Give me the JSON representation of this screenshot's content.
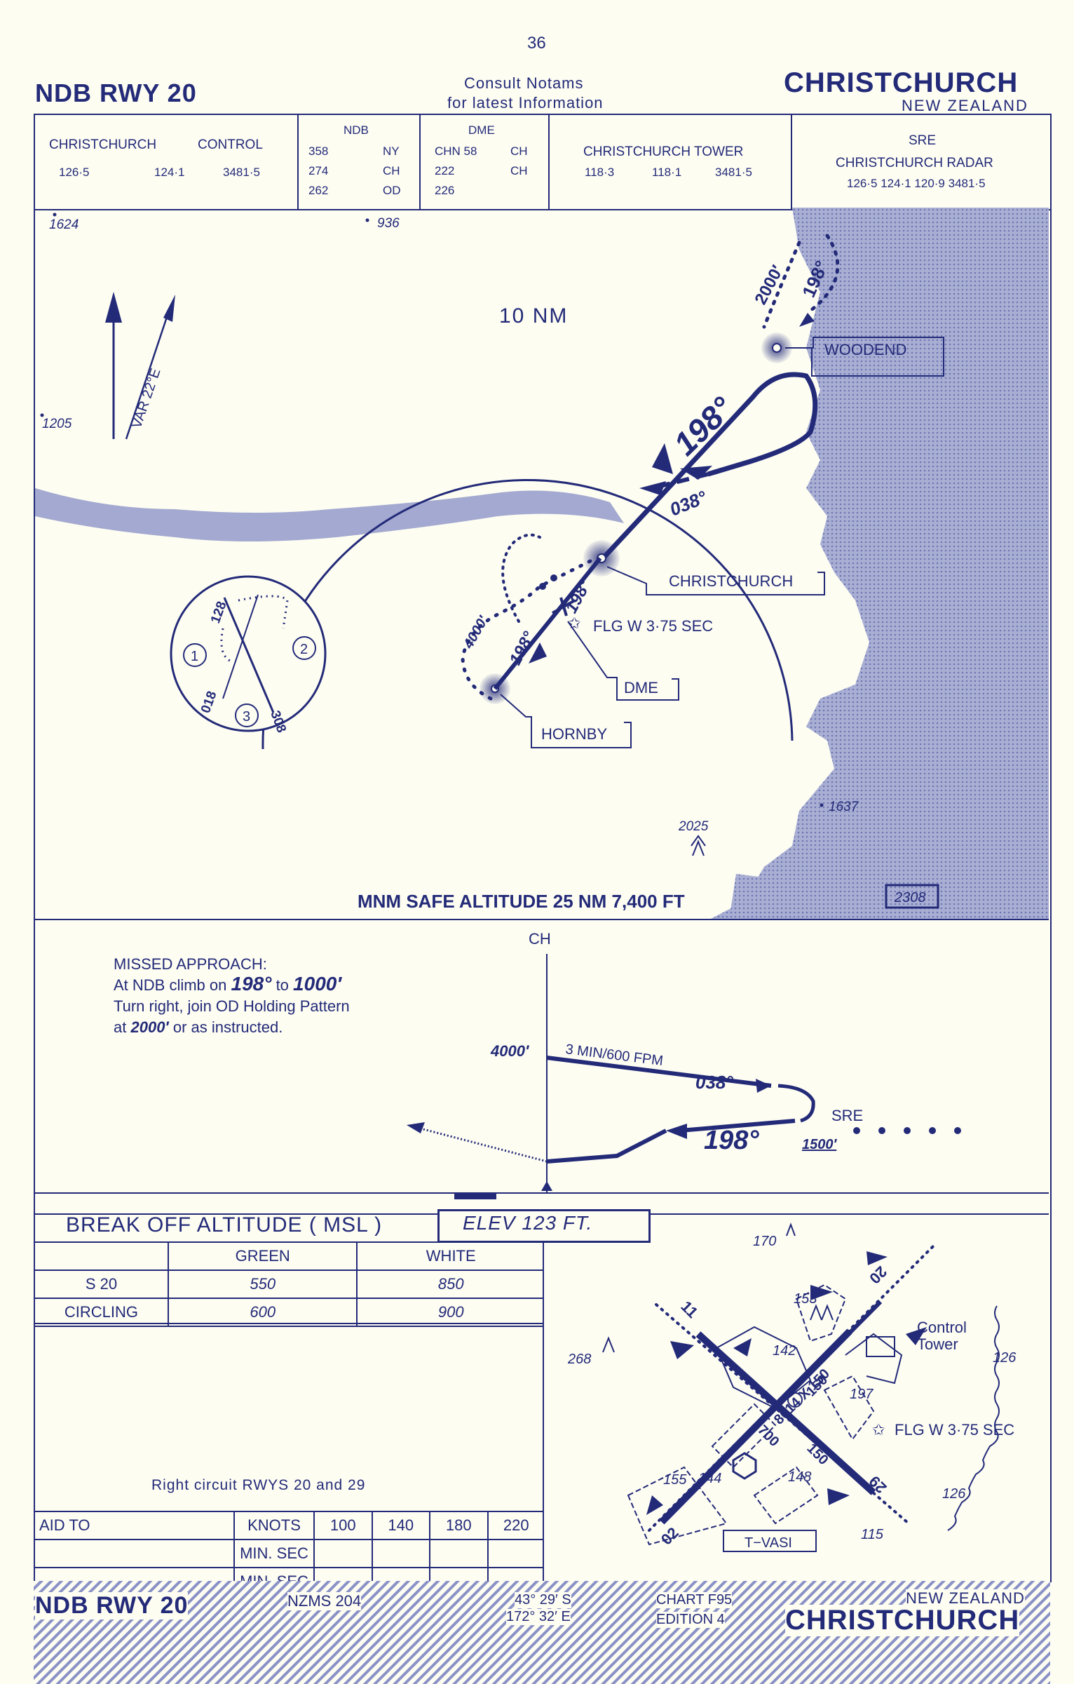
{
  "page_number": "36",
  "header": {
    "approach_title": "NDB RWY 20",
    "notice_line1": "Consult  Notams",
    "notice_line2": "for latest  Information",
    "airport": "CHRISTCHURCH",
    "country": "NEW ZEALAND"
  },
  "freq_boxes": {
    "control": {
      "name": "CHRISTCHURCH",
      "unit": "CONTROL",
      "freqs": [
        "126·5",
        "124·1",
        "3481·5"
      ]
    },
    "ndb": {
      "title": "NDB",
      "rows": [
        [
          "358",
          "NY"
        ],
        [
          "274",
          "CH"
        ],
        [
          "262",
          "OD"
        ]
      ]
    },
    "dme": {
      "title": "DME",
      "rows": [
        [
          "CHN  58",
          "CH"
        ],
        [
          "222",
          "CH"
        ],
        [
          "226",
          ""
        ]
      ]
    },
    "tower": {
      "name": "CHRISTCHURCH TOWER",
      "freqs": [
        "118·3",
        "118·1",
        "3481·5"
      ]
    },
    "sre": {
      "title": "SRE",
      "name": "CHRISTCHURCH  RADAR",
      "freqs": "126·5  124·1  120·9  3481·5"
    }
  },
  "plan_view": {
    "spot_heights": [
      "1624",
      "936",
      "1205",
      "1637",
      "2025"
    ],
    "variation": "VAR  22°E",
    "range_ring": "10 NM",
    "inbound_course": "198°",
    "outbound_course": "038°",
    "procedure_turn_alt": "4000′",
    "woodend_alt": "2000′",
    "woodend_course": "198°",
    "inset_numbers": [
      "128",
      "018",
      "308"
    ],
    "inset_sectors": [
      "1",
      "2",
      "3"
    ],
    "beacons": {
      "woodend": "WOODEND",
      "christchurch": "CHRISTCHURCH",
      "hornby": "HORNBY",
      "dme": "DME"
    },
    "light": "FLG  W  3·75  SEC",
    "min_safe_alt": "MNM SAFE ALTITUDE 25 NM  7,400  FT",
    "max_elev_box": "2308"
  },
  "profile": {
    "missed_approach_title": "MISSED APPROACH:",
    "ma_line1_a": "At NDB climb on",
    "ma_line1_b": "198°",
    "ma_line1_c": "to",
    "ma_line1_d": "1000′",
    "ma_line2": "Turn right, join OD Holding Pattern",
    "ma_line3_a": "at",
    "ma_line3_b": "2000′",
    "ma_line3_c": "or as instructed.",
    "fix": "CH",
    "alt_4000": "4000′",
    "descent": "3 MIN/600 FPM",
    "outbound": "038°",
    "inbound": "198°",
    "sre": "SRE",
    "alt_1500": "1500′"
  },
  "minima": {
    "title": "BREAK  OFF  ALTITUDE   ( MSL )",
    "elev": "ELEV  123  FT.",
    "columns": [
      "GREEN",
      "WHITE"
    ],
    "rows": [
      {
        "label": "S 20",
        "green": "550",
        "white": "850"
      },
      {
        "label": "CIRCLING",
        "green": "600",
        "white": "900"
      }
    ],
    "note": "Right circuit RWYS 20 and 29"
  },
  "timing": {
    "aid_to": "AID TO",
    "knots": "KNOTS",
    "speeds": [
      "100",
      "140",
      "180",
      "220"
    ],
    "min_sec": "MIN. SEC"
  },
  "aerodrome": {
    "obstacles": [
      "170",
      "153",
      "268",
      "142",
      "144",
      "155",
      "148",
      "115",
      "126",
      "126"
    ],
    "runway_numbers": [
      "02",
      "20",
      "11",
      "29"
    ],
    "runway_lengths": [
      "5700",
      "8014 X 150",
      "150"
    ],
    "marker_197": "197",
    "tower": "Control",
    "tower2": "Tower",
    "light": "FLG  W  3·75  SEC",
    "vasi": "T−VASI"
  },
  "footer": {
    "title": "NDB  RWY  20",
    "nzms": "NZMS  204",
    "lat": "43° 29′ S",
    "lon": "172° 32′ E",
    "chart": "CHART F95",
    "edition": "EDITION  4",
    "country": "NEW  ZEALAND",
    "airport": "CHRISTCHURCH"
  },
  "colors": {
    "ink": "#232a78",
    "paper": "#fdfdf2",
    "land": "#9aa1cc"
  }
}
